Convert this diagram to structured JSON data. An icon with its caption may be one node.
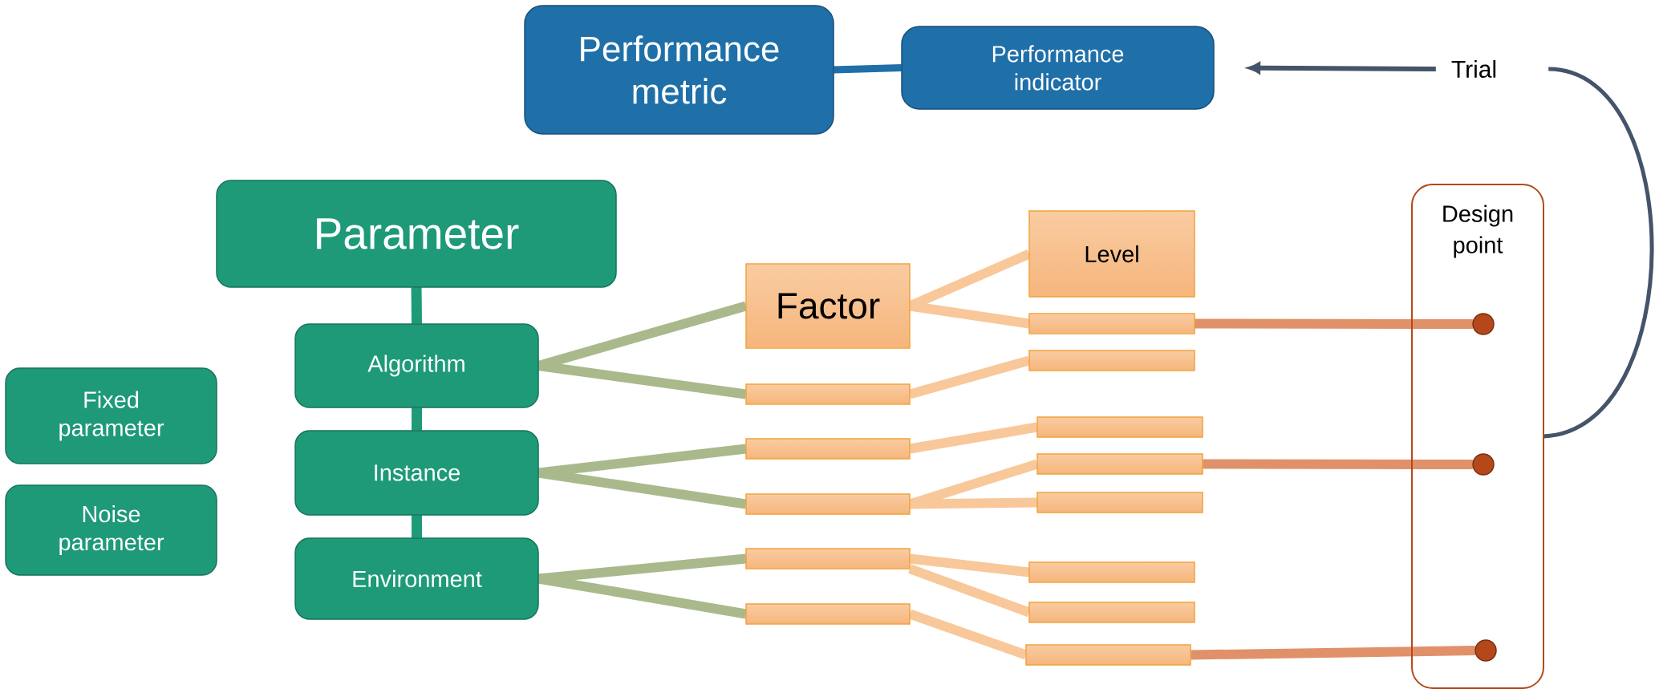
{
  "diagram": {
    "nodes": [
      {
        "text": [
          "Performance metric"
        ]
      },
      {
        "text": [
          "Performance indicator"
        ]
      },
      {
        "text": [
          "Trial"
        ]
      },
      {
        "text": [
          "Parameter"
        ]
      },
      {
        "text": [
          "Design point"
        ]
      },
      {
        "text": [
          "Level"
        ]
      },
      {
        "text": [
          "Factor"
        ]
      },
      {
        "text": [
          "Algorithm"
        ]
      },
      {
        "text": [
          "Fixed parameter"
        ]
      },
      {
        "text": [
          "Instance"
        ]
      },
      {
        "text": [
          "Noise parameter"
        ]
      },
      {
        "text": [
          "Environment"
        ]
      },
      {
        "text": [],
        "shape": "bar"
      },
      {
        "text": [],
        "shape": "bar"
      },
      {
        "text": [],
        "shape": "bar"
      },
      {
        "text": [],
        "shape": "bar"
      },
      {
        "text": [],
        "shape": "bar"
      },
      {
        "text": [],
        "shape": "bar"
      },
      {
        "text": [],
        "shape": "bar"
      },
      {
        "text": [],
        "shape": "bar"
      },
      {
        "text": [],
        "shape": "bar"
      },
      {
        "text": [],
        "shape": "bar"
      },
      {
        "text": [],
        "shape": "bar"
      },
      {
        "text": [],
        "shape": "bar"
      },
      {
        "text": [],
        "shape": "bar"
      },
      {
        "text": [],
        "shape": "circle",
        "in": 4
      },
      {
        "text": [],
        "shape": "circle",
        "in": 4
      },
      {
        "text": [],
        "shape": "circle",
        "in": 4
      }
    ],
    "edges": [
      {
        "from": 0,
        "to": 1,
        "arrow": "none",
        "color": "#1f6fa8"
      },
      {
        "from": 2,
        "to": 1,
        "arrow": "to",
        "color": "#44546a"
      },
      {
        "from": 2,
        "to": 4,
        "arrow": "none",
        "color": "#44546a"
      },
      {
        "from": 3,
        "to": 7,
        "arrow": "none",
        "color": "#1e9a78"
      },
      {
        "from": 7,
        "to": 9,
        "arrow": "none",
        "color": "#1e9a78"
      },
      {
        "from": 9,
        "to": 11,
        "arrow": "none",
        "color": "#1e9a78"
      },
      {
        "from": 7,
        "to": 6,
        "arrow": "none",
        "color": "#a9b98c"
      },
      {
        "from": 7,
        "to": 14,
        "arrow": "none",
        "color": "#a9b98c"
      },
      {
        "from": 6,
        "to": 5,
        "arrow": "none"
      },
      {
        "from": 6,
        "to": 12,
        "arrow": "none"
      },
      {
        "from": 14,
        "to": 13,
        "arrow": "none"
      },
      {
        "from": 9,
        "to": 15,
        "arrow": "none",
        "color": "#a9b98c"
      },
      {
        "from": 9,
        "to": 16,
        "arrow": "none",
        "color": "#a9b98c"
      },
      {
        "from": 15,
        "to": 17,
        "arrow": "none"
      },
      {
        "from": 16,
        "to": 18,
        "arrow": "none"
      },
      {
        "from": 16,
        "to": 19,
        "arrow": "none"
      },
      {
        "from": 11,
        "to": 20,
        "arrow": "none",
        "color": "#a9b98c"
      },
      {
        "from": 11,
        "to": 21,
        "arrow": "none",
        "color": "#a9b98c"
      },
      {
        "from": 20,
        "to": 22,
        "arrow": "none"
      },
      {
        "from": 20,
        "to": 23,
        "arrow": "none"
      },
      {
        "from": 21,
        "to": 24,
        "arrow": "none"
      },
      {
        "from": 12,
        "to": 25,
        "arrow": "none",
        "color": "#e0916a"
      },
      {
        "from": 18,
        "to": 26,
        "arrow": "none",
        "color": "#e0916a"
      },
      {
        "from": 24,
        "to": 27,
        "arrow": "none",
        "color": "#e0916a"
      }
    ]
  }
}
